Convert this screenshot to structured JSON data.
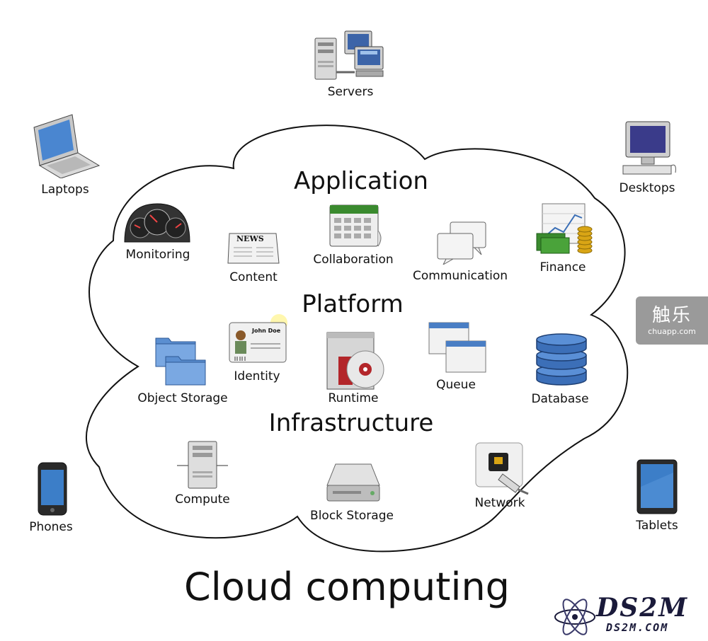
{
  "title": "Cloud computing",
  "sections": {
    "application": "Application",
    "platform": "Platform",
    "infrastructure": "Infrastructure"
  },
  "devices": {
    "servers": "Servers",
    "laptops": "Laptops",
    "desktops": "Desktops",
    "phones": "Phones",
    "tablets": "Tablets"
  },
  "application_items": {
    "monitoring": "Monitoring",
    "content": "Content",
    "collaboration": "Collaboration",
    "communication": "Communication",
    "finance": "Finance"
  },
  "platform_items": {
    "object_storage": "Object Storage",
    "identity": "Identity",
    "runtime": "Runtime",
    "queue": "Queue",
    "database": "Database"
  },
  "infrastructure_items": {
    "compute": "Compute",
    "block_storage": "Block Storage",
    "network": "Network"
  },
  "icon_text": {
    "news": "NEWS",
    "john_doe": "John Doe"
  },
  "watermarks": {
    "chuapp_cn": "触乐",
    "chuapp_url": "chuapp.com",
    "ds2m_big": "DS2M",
    "ds2m_small": "DS2M.COM"
  },
  "colors": {
    "outline": "#111111",
    "blue": "#3b6fb6",
    "green": "#3a8a2e",
    "gold": "#d9a515",
    "red": "#b3262a"
  }
}
